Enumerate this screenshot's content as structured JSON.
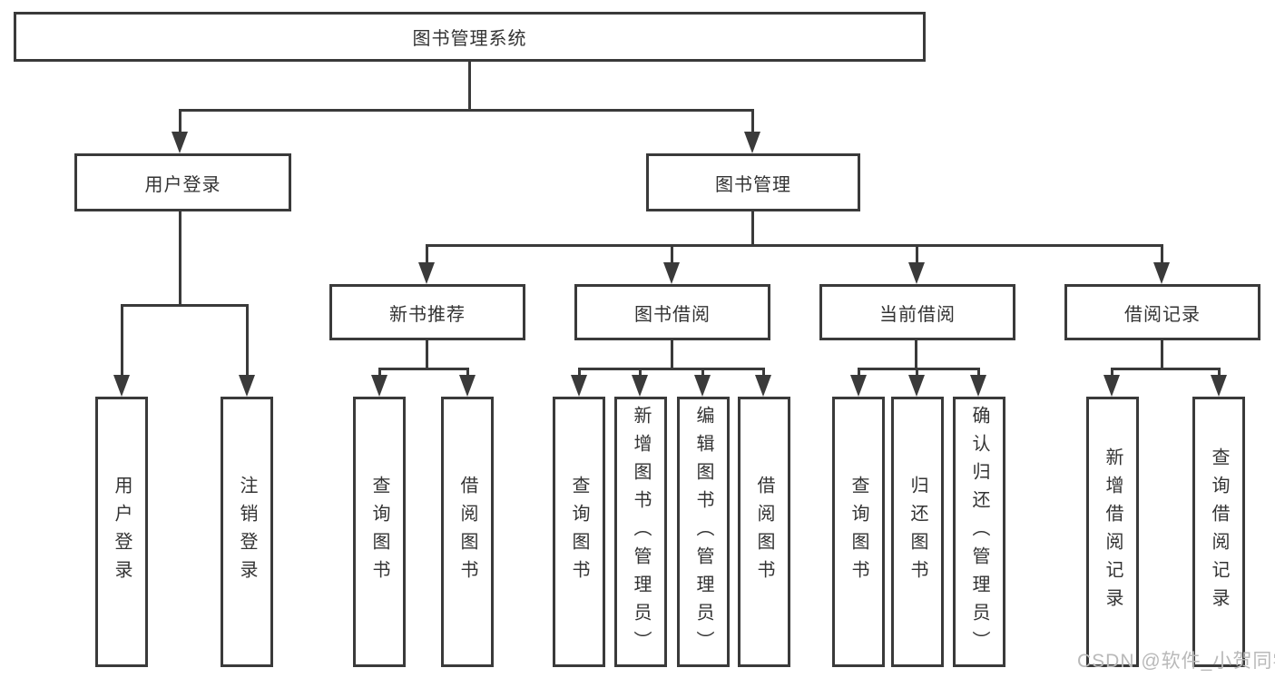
{
  "diagram": {
    "title": "图书管理系统",
    "watermark": "CSDN @软件_小贺同学",
    "colors": {
      "line": "#3a3a3a",
      "text": "#333333",
      "background": "#ffffff",
      "watermark": "#b9b9b9"
    },
    "tree": {
      "root": "图书管理系统",
      "branches": [
        {
          "label": "用户登录",
          "leaves": [
            "用户登录",
            "注销登录"
          ]
        },
        {
          "label": "图书管理",
          "children": [
            {
              "label": "新书推荐",
              "leaves": [
                "查询图书",
                "借阅图书"
              ]
            },
            {
              "label": "图书借阅",
              "leaves": [
                "查询图书",
                "新增图书（管理员）",
                "编辑图书（管理员）",
                "借阅图书"
              ]
            },
            {
              "label": "当前借阅",
              "leaves": [
                "查询图书",
                "归还图书",
                "确认归还（管理员）"
              ]
            },
            {
              "label": "借阅记录",
              "leaves": [
                "新增借阅记录",
                "查询借阅记录"
              ]
            }
          ]
        }
      ]
    }
  }
}
